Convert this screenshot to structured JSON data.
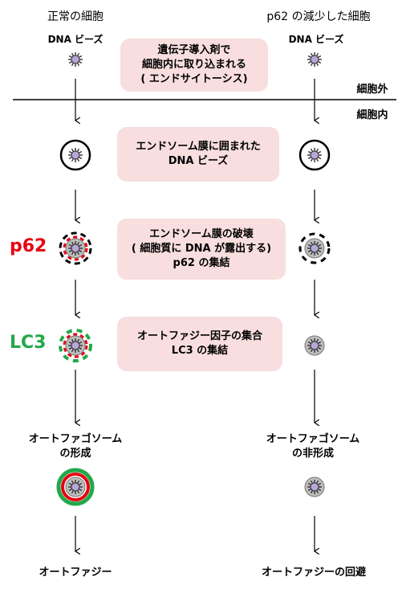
{
  "columns": {
    "normal": "正常の細胞",
    "depleted": "p62 の減少した細胞"
  },
  "dna_beads_label": "DNA ビーズ",
  "membrane": {
    "outside": "細胞外",
    "inside": "細胞内"
  },
  "steps": [
    {
      "lines": [
        "遺伝子導入剤で",
        "細胞内に取り込まれる",
        "( エンドサイトーシス)"
      ]
    },
    {
      "lines": [
        "エンドソーム膜に囲まれた",
        "DNA ビーズ"
      ]
    },
    {
      "lines": [
        "エンドソーム膜の破壊",
        "( 細胞質に DNA が露出する)",
        "p62 の集結"
      ]
    },
    {
      "lines": [
        "オートファジー因子の集合",
        "LC3 の集結"
      ]
    }
  ],
  "markers": {
    "p62": "p62",
    "lc3": "LC3"
  },
  "outcomes": {
    "normal": {
      "stage": [
        "オートファゴソーム",
        "の形成"
      ],
      "final": "オートファジー"
    },
    "depleted": {
      "stage": [
        "オートファゴソーム",
        "の非形成"
      ],
      "final": "オートファジーの回避"
    }
  },
  "colors": {
    "box": "#f8dede",
    "p62": "#e60012",
    "lc3": "#22a84a",
    "bead": "#b8a6d8"
  }
}
